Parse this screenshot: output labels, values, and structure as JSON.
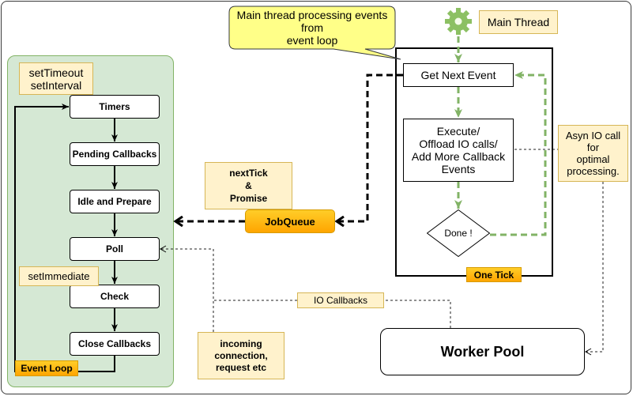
{
  "event_loop": {
    "label": "Event Loop",
    "timers_note": [
      "setTimeout",
      "setInterval"
    ],
    "phases": {
      "timers": "Timers",
      "pending_callbacks": "Pending Callbacks",
      "idle_prepare": "Idle and Prepare",
      "poll": "Poll",
      "check": "Check",
      "close_callbacks": "Close Callbacks"
    },
    "check_note": "setImmediate"
  },
  "main_thread": {
    "callout": [
      "Main thread processing events",
      "from",
      "event loop"
    ],
    "label": "Main Thread",
    "icon": "gear-icon"
  },
  "tick": {
    "label": "One Tick",
    "get_next_event": "Get Next Event",
    "execute": [
      "Execute/",
      "Offload IO calls/",
      "Add More Callback",
      "Events"
    ],
    "done": "Done !"
  },
  "job_queue": {
    "label": "JobQueue",
    "note": [
      "nextTick",
      "&",
      "Promise"
    ]
  },
  "async_note": [
    "Asyn IO call",
    "for",
    "optimal",
    "processing."
  ],
  "worker_pool": {
    "label": "Worker Pool"
  },
  "io_callbacks": {
    "label": "IO Callbacks"
  },
  "incoming_note": [
    "incoming",
    "connection,",
    "request etc"
  ],
  "colors": {
    "event_loop_fill": "#d5e8d4",
    "event_loop_border": "#82b366",
    "note_fill": "#fff2cc",
    "note_border": "#d6b656",
    "callout_fill": "#ffff88",
    "callout_border": "#36393d",
    "label_orange_top": "#ffcd28",
    "label_orange_bottom": "#ffa500",
    "label_orange_border": "#d79b00",
    "tick_flow": "#82b366",
    "gear": "#8cc063"
  }
}
